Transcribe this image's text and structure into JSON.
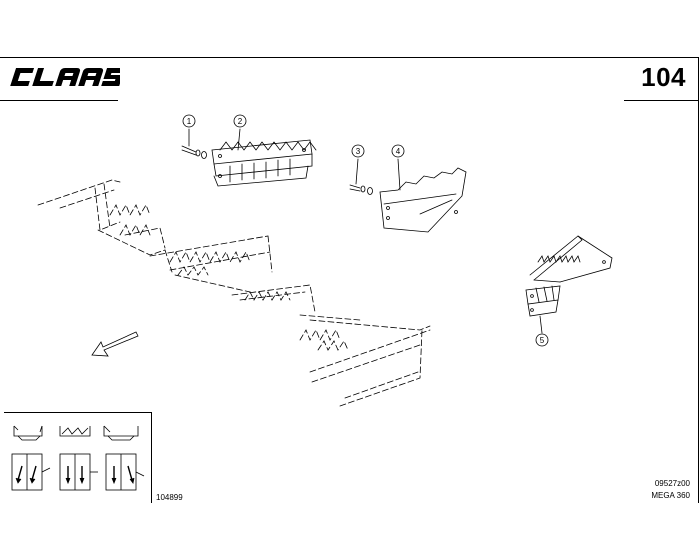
{
  "header": {
    "brand": "CLAAS",
    "page_number": "104"
  },
  "footer": {
    "reference_code": "09527z00",
    "model": "MEGA 360",
    "drawing_number": "104899"
  },
  "callouts": [
    {
      "label": "1"
    },
    {
      "label": "2"
    },
    {
      "label": "3"
    },
    {
      "label": "4"
    },
    {
      "label": "5"
    }
  ],
  "colors": {
    "line": "#000000",
    "background": "#ffffff"
  }
}
